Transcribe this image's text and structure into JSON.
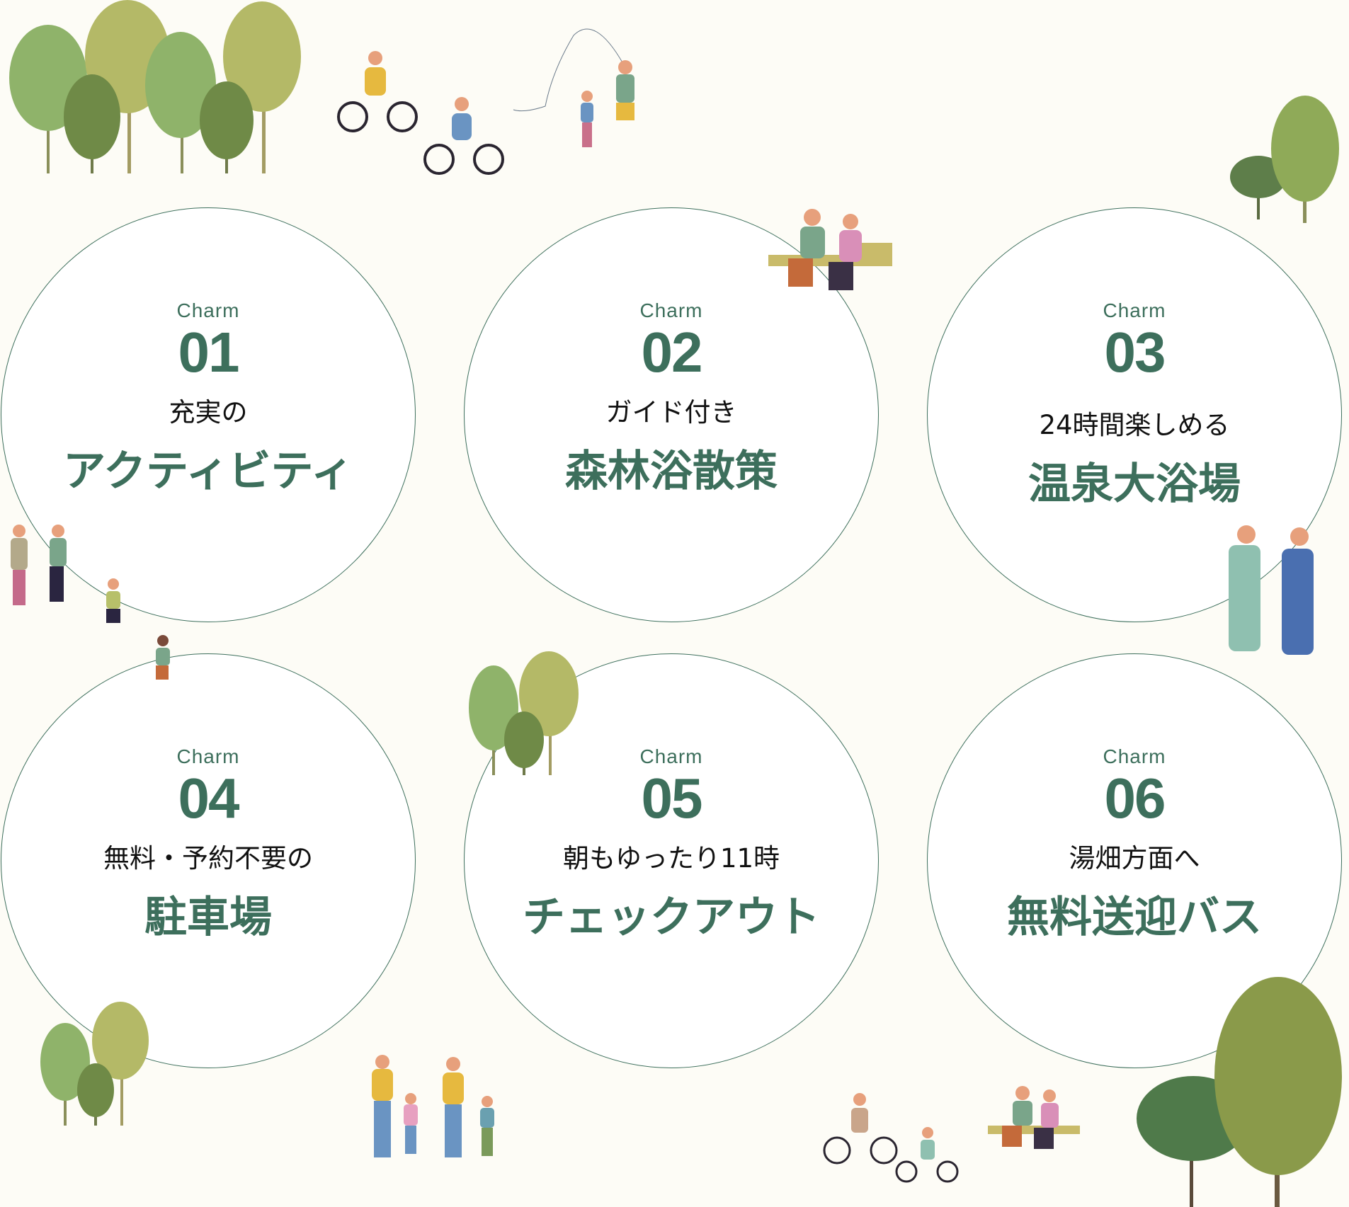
{
  "colors": {
    "accent": "#3d6f5c",
    "background": "#fdfcf6"
  },
  "charms": [
    {
      "label": "Charm",
      "number": "01",
      "subtitle": "充実の",
      "title": "アクティビティ"
    },
    {
      "label": "Charm",
      "number": "02",
      "subtitle": "ガイド付き",
      "title": "森林浴散策"
    },
    {
      "label": "Charm",
      "number": "03",
      "subtitle": "24時間楽しめる",
      "title": "温泉大浴場"
    },
    {
      "label": "Charm",
      "number": "04",
      "subtitle": "無料・予約不要の",
      "title": "駐車場"
    },
    {
      "label": "Charm",
      "number": "05",
      "subtitle": "朝もゆったり11時",
      "title": "チェックアウト"
    },
    {
      "label": "Charm",
      "number": "06",
      "subtitle": "湯畑方面へ",
      "title": "無料送迎バス"
    }
  ]
}
